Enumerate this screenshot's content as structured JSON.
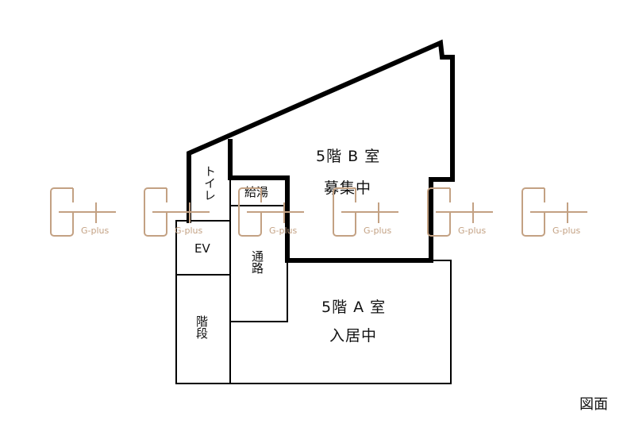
{
  "colors": {
    "wall": "#000000",
    "watermark": "#c3a183",
    "background": "#ffffff"
  },
  "rooms": {
    "room_b": {
      "name": "5階 B 室",
      "status": "募集中"
    },
    "room_a": {
      "name": "5階 A 室",
      "status": "入居中"
    },
    "toilet": {
      "label": "トイレ"
    },
    "kitchenette": {
      "label": "給湯"
    },
    "elevator": {
      "label": "EV"
    },
    "corridor": {
      "label": "通路"
    },
    "stairs": {
      "label": "階段"
    }
  },
  "watermark": {
    "text": "G-plus",
    "icon": "g-plus-logo-icon",
    "count": 6
  },
  "caption": "図面"
}
